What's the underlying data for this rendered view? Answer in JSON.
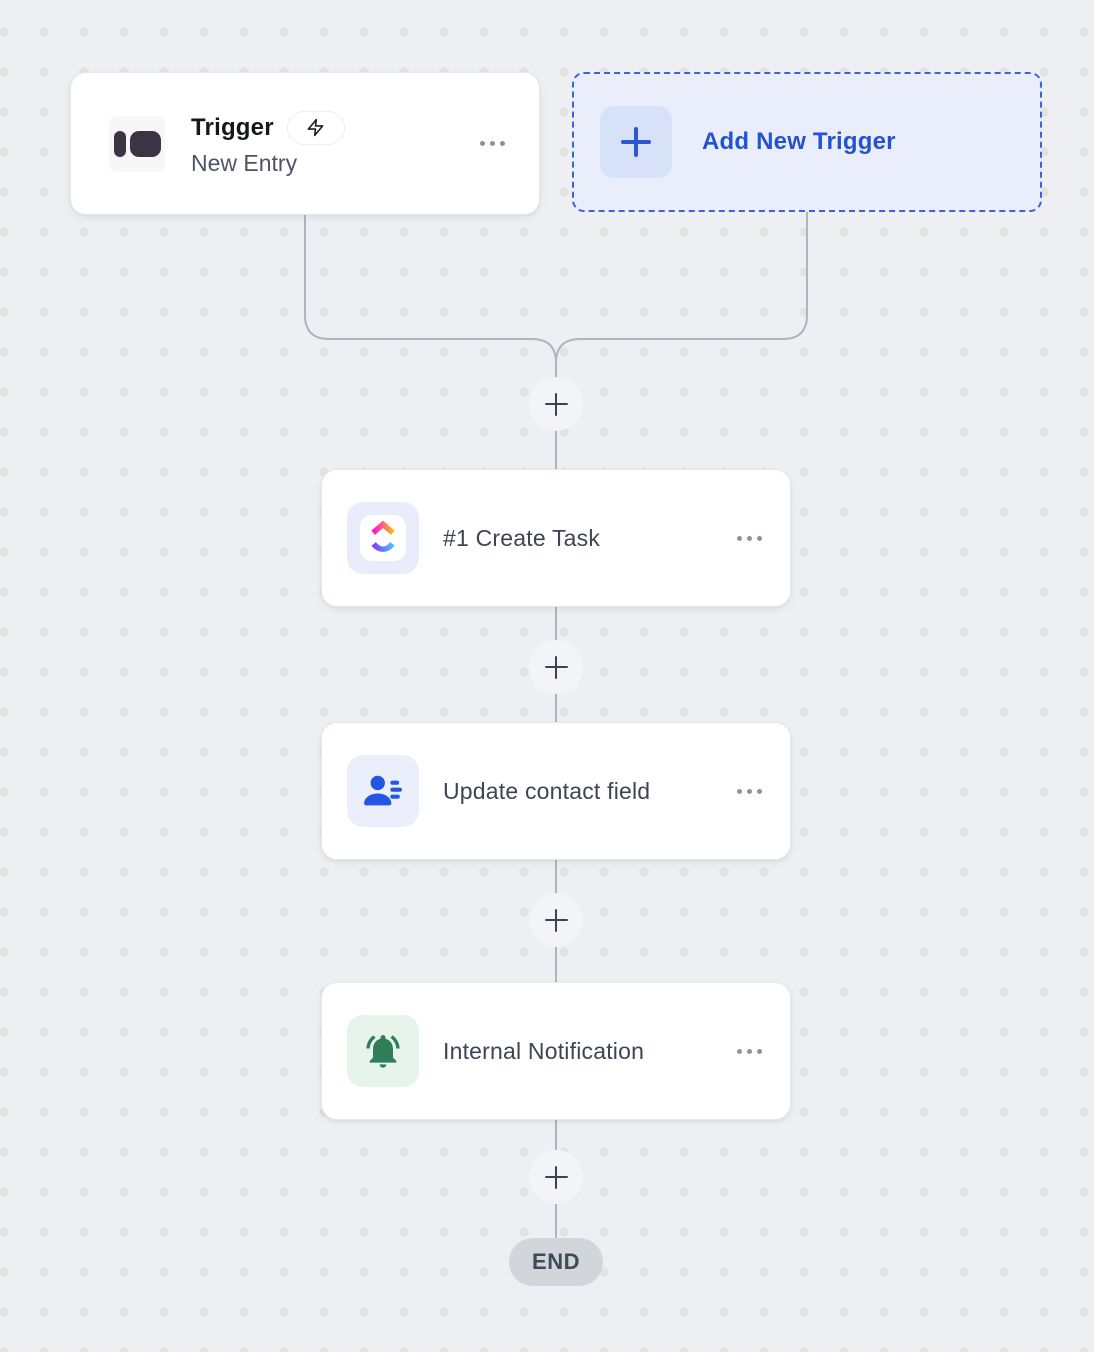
{
  "canvas": {
    "background_color": "#edeff2",
    "dot_color": "#e3e2df",
    "wire_color": "#b1b4bb"
  },
  "trigger_node": {
    "title": "Trigger",
    "subtitle": "New Entry",
    "icon": "tally-logo-icon",
    "badge_icon": "lightning-bolt-icon",
    "menu_icon": "ellipsis-menu-icon"
  },
  "add_trigger_button": {
    "label": "Add New Trigger",
    "icon": "plus-icon",
    "accent_color": "#2353d3",
    "border_style": "dashed"
  },
  "steps": [
    {
      "label": "#1 Create Task",
      "icon": "clickup-logo-icon",
      "icon_bg": "#e9edfb",
      "menu_icon": "ellipsis-menu-icon"
    },
    {
      "label": "Update contact field",
      "icon": "contact-card-icon",
      "icon_bg": "#ebeefb",
      "icon_color": "#2456e4",
      "menu_icon": "ellipsis-menu-icon"
    },
    {
      "label": "Internal Notification",
      "icon": "bell-ringing-icon",
      "icon_bg": "#e6f4eb",
      "icon_color": "#2f7d5a",
      "menu_icon": "ellipsis-menu-icon"
    }
  ],
  "connectors": {
    "add_step_icon": "plus-icon",
    "count": 4
  },
  "end_node": {
    "label": "END"
  }
}
